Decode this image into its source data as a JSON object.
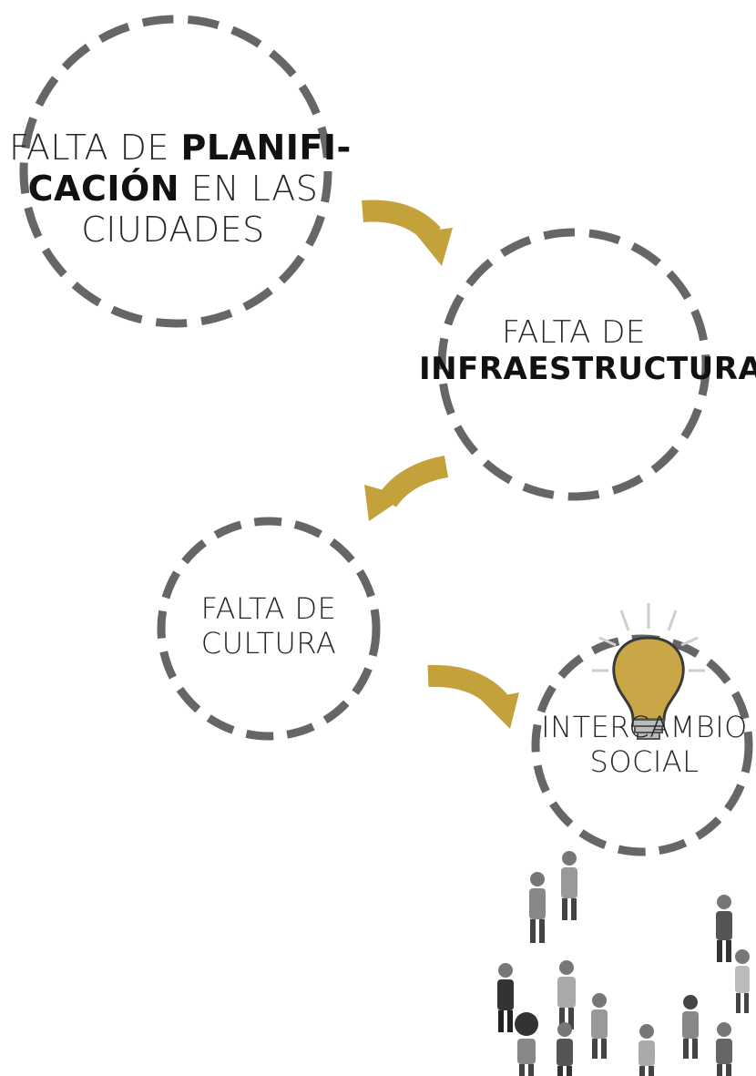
{
  "nodes": [
    {
      "id": "n1",
      "lines": [
        {
          "plain": "FALTA DE ",
          "bold": "PLANIFI-"
        },
        {
          "plain": " EN LAS",
          "bold": "CACIÓN",
          "bold_first": true
        },
        {
          "plain": "CIUDADES",
          "bold": ""
        }
      ]
    },
    {
      "id": "n2",
      "lines": [
        {
          "plain": "FALTA DE",
          "bold": ""
        },
        {
          "plain": "",
          "bold": "INFRAESTRUCTURA"
        }
      ]
    },
    {
      "id": "n3",
      "lines": [
        {
          "plain": "FALTA DE",
          "bold": ""
        },
        {
          "plain": "CULTURA",
          "bold": ""
        }
      ]
    },
    {
      "id": "n4",
      "lines": [
        {
          "plain": "INTERCAMBIO",
          "bold": ""
        },
        {
          "plain": "SOCIAL",
          "bold": ""
        }
      ]
    }
  ],
  "colors": {
    "circle_stroke": "#666666",
    "arrow": "#c4a23b",
    "bulb": "#c9a646",
    "people": "#555555"
  },
  "icons": [
    "lightbulb-icon",
    "people-crowd-icon"
  ]
}
